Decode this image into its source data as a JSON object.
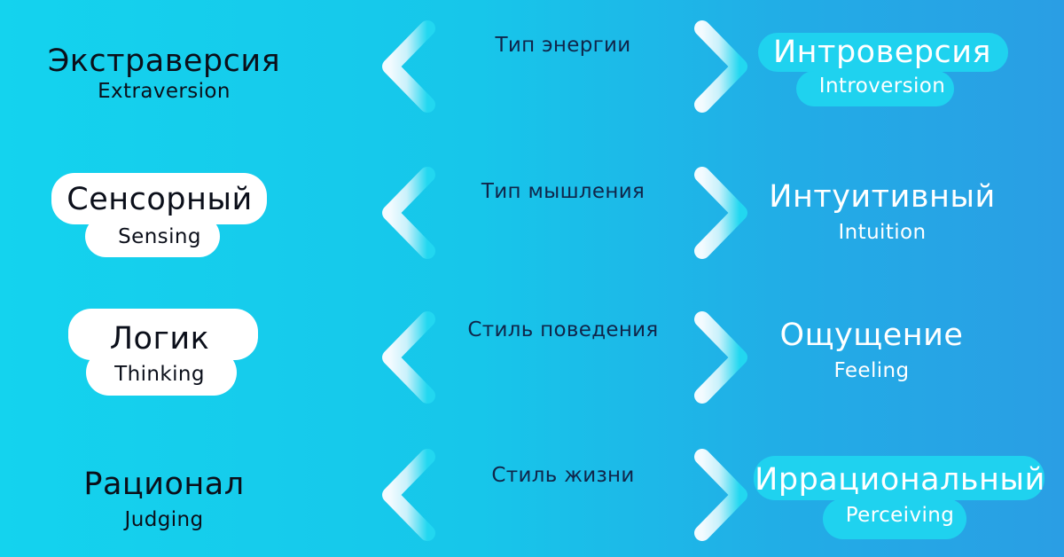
{
  "rows": [
    {
      "left_ru": "Экстраверсия",
      "left_en": "Extraversion",
      "axis": "Тип энергии",
      "right_ru": "Интроверсия",
      "right_en": "Introversion"
    },
    {
      "left_ru": "Сенсорный",
      "left_en": "Sensing",
      "axis": "Тип мышления",
      "right_ru": "Интуитивный",
      "right_en": "Intuition"
    },
    {
      "left_ru": "Логик",
      "left_en": "Thinking",
      "axis": "Стиль поведения",
      "right_ru": "Ощущение",
      "right_en": "Feeling"
    },
    {
      "left_ru": "Рационал",
      "left_en": "Judging",
      "axis": "Стиль жизни",
      "right_ru": "Иррациональный",
      "right_en": "Perceiving"
    }
  ],
  "colors": {
    "background_left": "#14d3ee",
    "background_right": "#2a9ee4",
    "arrow_light": "#f3fbff",
    "arrow_cyan": "#22d7f0",
    "badge_white": "#ffffff",
    "badge_cyan": "#1fd2ef",
    "dark_text": "#0b0f1a"
  }
}
